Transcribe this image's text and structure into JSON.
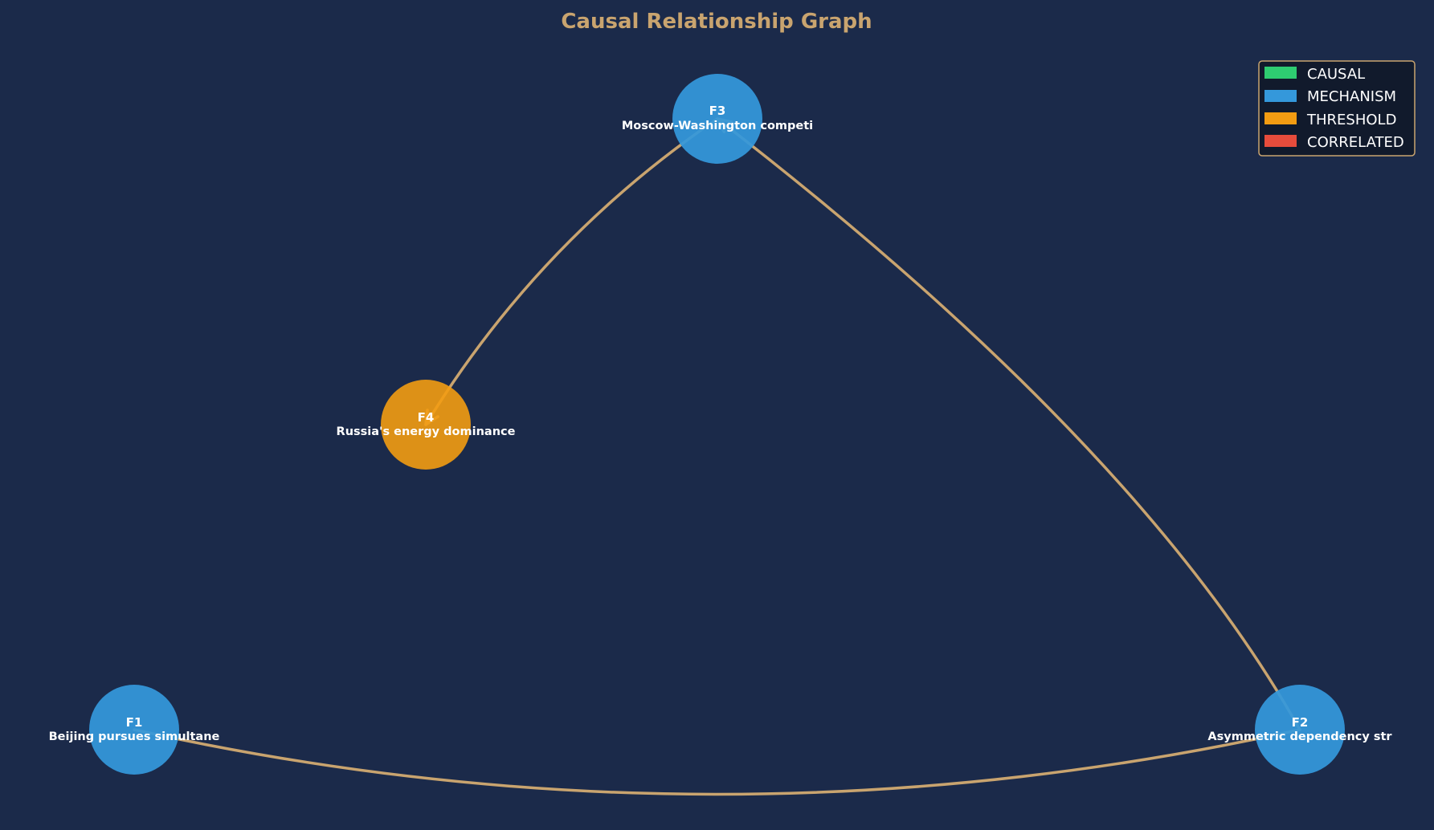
{
  "title": "Causal Relationship Graph",
  "colors": {
    "background": "#1b2a4a",
    "edge": "#c9a46f",
    "title": "#c9a46f",
    "legend_bg": "#111a2c",
    "legend_border": "#c9a46f"
  },
  "legend": [
    {
      "label": "CAUSAL",
      "color": "#2ecc71"
    },
    {
      "label": "MECHANISM",
      "color": "#3498db"
    },
    {
      "label": "THRESHOLD",
      "color": "#f39c12"
    },
    {
      "label": "CORRELATED",
      "color": "#e74c3c"
    }
  ],
  "nodes": [
    {
      "id": "F1",
      "label": "Beijing pursues simultane",
      "type": "MECHANISM"
    },
    {
      "id": "F2",
      "label": "Asymmetric dependency str",
      "type": "MECHANISM"
    },
    {
      "id": "F3",
      "label": "Moscow-Washington competi",
      "type": "MECHANISM"
    },
    {
      "id": "F4",
      "label": "Russia's energy dominance",
      "type": "THRESHOLD"
    }
  ],
  "edges": [
    {
      "from": "F1",
      "to": "F2"
    },
    {
      "from": "F2",
      "to": "F3"
    },
    {
      "from": "F3",
      "to": "F4"
    }
  ]
}
